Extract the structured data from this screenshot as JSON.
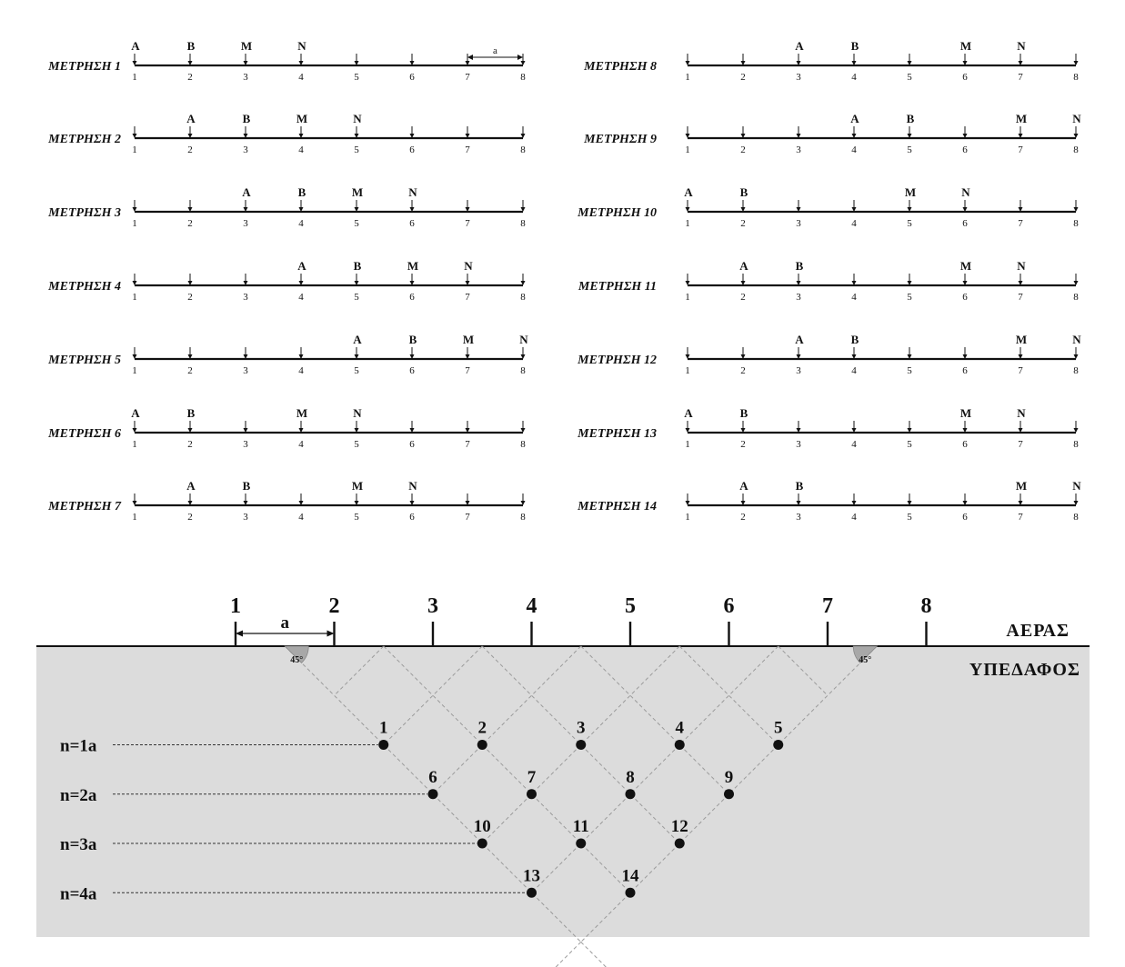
{
  "measurements": [
    {
      "label": "ΜΕΤΡΗΣΗ 1",
      "A": 1,
      "B": 2,
      "M": 3,
      "N": 4
    },
    {
      "label": "ΜΕΤΡΗΣΗ 2",
      "A": 2,
      "B": 3,
      "M": 4,
      "N": 5
    },
    {
      "label": "ΜΕΤΡΗΣΗ 3",
      "A": 3,
      "B": 4,
      "M": 5,
      "N": 6
    },
    {
      "label": "ΜΕΤΡΗΣΗ 4",
      "A": 4,
      "B": 5,
      "M": 6,
      "N": 7
    },
    {
      "label": "ΜΕΤΡΗΣΗ 5",
      "A": 5,
      "B": 6,
      "M": 7,
      "N": 8
    },
    {
      "label": "ΜΕΤΡΗΣΗ 6",
      "A": 1,
      "B": 2,
      "M": 4,
      "N": 5
    },
    {
      "label": "ΜΕΤΡΗΣΗ 7",
      "A": 2,
      "B": 3,
      "M": 5,
      "N": 6
    },
    {
      "label": "ΜΕΤΡΗΣΗ 8",
      "A": 3,
      "B": 4,
      "M": 6,
      "N": 7
    },
    {
      "label": "ΜΕΤΡΗΣΗ 9",
      "A": 4,
      "B": 5,
      "M": 7,
      "N": 8
    },
    {
      "label": "ΜΕΤΡΗΣΗ 10",
      "A": 1,
      "B": 2,
      "M": 5,
      "N": 6
    },
    {
      "label": "ΜΕΤΡΗΣΗ 11",
      "A": 2,
      "B": 3,
      "M": 6,
      "N": 7
    },
    {
      "label": "ΜΕΤΡΗΣΗ 12",
      "A": 3,
      "B": 4,
      "M": 7,
      "N": 8
    },
    {
      "label": "ΜΕΤΡΗΣΗ 13",
      "A": 1,
      "B": 2,
      "M": 6,
      "N": 7
    },
    {
      "label": "ΜΕΤΡΗΣΗ 14",
      "A": 2,
      "B": 3,
      "M": 7,
      "N": 8
    }
  ],
  "electrode_numbers": [
    "1",
    "2",
    "3",
    "4",
    "5",
    "6",
    "7",
    "8"
  ],
  "electrode_letters": {
    "A": "A",
    "B": "B",
    "M": "M",
    "N": "N"
  },
  "spacing_label": "a",
  "section": {
    "air_label": "ΑΕΡΑΣ",
    "subsurface_label": "ΥΠΕΔΑΦΟΣ",
    "angle_label": "45°",
    "levels": [
      "n=1a",
      "n=2a",
      "n=3a",
      "n=4a"
    ],
    "points": [
      {
        "label": "1",
        "level": 1,
        "center": 1.5
      },
      {
        "label": "2",
        "level": 1,
        "center": 2.5
      },
      {
        "label": "3",
        "level": 1,
        "center": 3.5
      },
      {
        "label": "4",
        "level": 1,
        "center": 4.5
      },
      {
        "label": "5",
        "level": 1,
        "center": 5.5
      },
      {
        "label": "6",
        "level": 2,
        "center": 2
      },
      {
        "label": "7",
        "level": 2,
        "center": 3
      },
      {
        "label": "8",
        "level": 2,
        "center": 4
      },
      {
        "label": "9",
        "level": 2,
        "center": 5
      },
      {
        "label": "10",
        "level": 3,
        "center": 2.5
      },
      {
        "label": "11",
        "level": 3,
        "center": 3.5
      },
      {
        "label": "12",
        "level": 3,
        "center": 4.5
      },
      {
        "label": "13",
        "level": 4,
        "center": 3
      },
      {
        "label": "14",
        "level": 4,
        "center": 4
      }
    ]
  },
  "colors": {
    "subsurface_fill": "#dcdcdc",
    "line": "#111111",
    "dashed_grid": "#9a9a9a",
    "angle_marker": "#a8a8a8"
  }
}
